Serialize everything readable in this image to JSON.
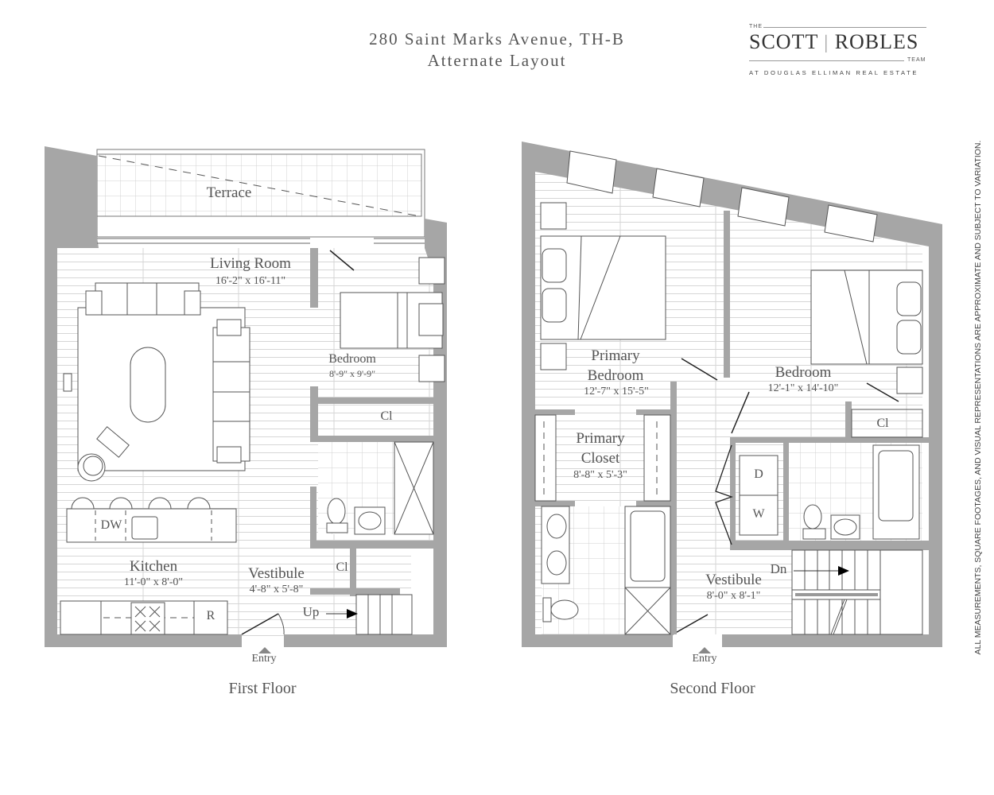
{
  "header": {
    "address": "280 Saint Marks Avenue, TH-B",
    "layout": "Atternate Layout"
  },
  "logo": {
    "the": "THE",
    "name_left": "SCOTT",
    "name_right": "ROBLES",
    "team": "TEAM",
    "subtitle": "AT DOUGLAS ELLIMAN REAL ESTATE"
  },
  "disclaimer": "ALL MEASUREMENTS, SQUARE FOOTAGES, AND VISUAL REPRESENTATIONS ARE APPROXIMATE AND SUBJECT TO VARIATION.",
  "colors": {
    "wall": "#a6a6a6",
    "line": "#444444",
    "floor_lines": "#cfcfcf",
    "text": "#555555"
  },
  "first_floor": {
    "label": "First Floor",
    "rooms": [
      {
        "name": "Terrace",
        "dims": ""
      },
      {
        "name": "Living Room",
        "dims": "16'-2\" x 16'-11\""
      },
      {
        "name": "Bedroom",
        "dims": "8'-9\" x 9'-9\""
      },
      {
        "name": "Kitchen",
        "dims": "11'-0\" x 8'-0\""
      },
      {
        "name": "Vestibule",
        "dims": "4'-8\" x 5'-8\""
      }
    ],
    "closets": [
      "Cl",
      "Cl"
    ],
    "appliances": {
      "dishwasher": "DW",
      "refrigerator": "R"
    },
    "stairs": "Up",
    "entry": "Entry"
  },
  "second_floor": {
    "label": "Second Floor",
    "rooms": [
      {
        "name_line1": "Primary",
        "name_line2": "Bedroom",
        "dims": "12'-7\" x 15'-5\""
      },
      {
        "name": "Bedroom",
        "dims": "12'-1\" x 14'-10\""
      },
      {
        "name_line1": "Primary",
        "name_line2": "Closet",
        "dims": "8'-8\" x 5'-3\""
      },
      {
        "name": "Vestibule",
        "dims": "8'-0\" x 8'-1\""
      }
    ],
    "closets": [
      "Cl"
    ],
    "appliances": {
      "dryer": "D",
      "washer": "W"
    },
    "stairs": "Dn",
    "entry": "Entry"
  }
}
